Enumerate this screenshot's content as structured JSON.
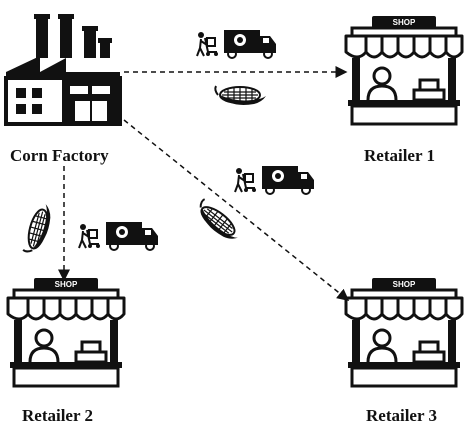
{
  "nodes": {
    "factory": {
      "label": "Corn Factory",
      "icon": "factory-icon"
    },
    "retailer1": {
      "label": "Retailer 1",
      "icon": "shop-icon",
      "sign": "SHOP"
    },
    "retailer2": {
      "label": "Retailer 2",
      "icon": "shop-icon",
      "sign": "SHOP"
    },
    "retailer3": {
      "label": "Retailer 3",
      "icon": "shop-icon",
      "sign": "SHOP"
    }
  },
  "edges": [
    {
      "from": "factory",
      "to": "retailer1",
      "style": "dashed",
      "icons": [
        "delivery-truck-icon",
        "corn-icon"
      ]
    },
    {
      "from": "factory",
      "to": "retailer2",
      "style": "dashed",
      "icons": [
        "corn-icon",
        "delivery-truck-icon"
      ]
    },
    {
      "from": "factory",
      "to": "retailer3",
      "style": "dashed",
      "icons": [
        "delivery-truck-icon",
        "corn-icon"
      ]
    }
  ],
  "colors": {
    "ink": "#111111",
    "background": "#ffffff"
  }
}
